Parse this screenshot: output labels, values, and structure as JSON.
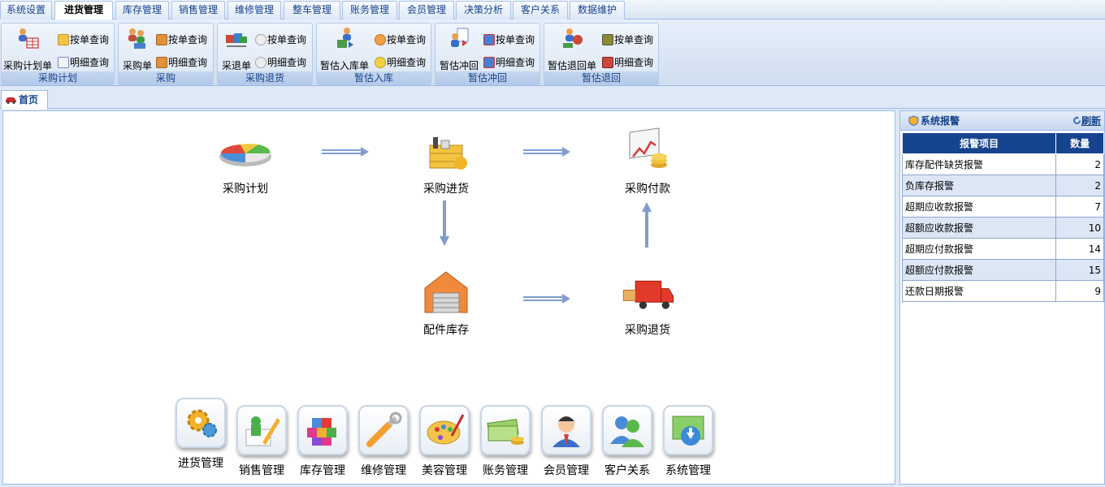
{
  "menu": {
    "tabs": [
      {
        "label": "系统设置",
        "active": false
      },
      {
        "label": "进货管理",
        "active": true
      },
      {
        "label": "库存管理",
        "active": false
      },
      {
        "label": "销售管理",
        "active": false
      },
      {
        "label": "维修管理",
        "active": false
      },
      {
        "label": "整车管理",
        "active": false
      },
      {
        "label": "账务管理",
        "active": false
      },
      {
        "label": "会员管理",
        "active": false
      },
      {
        "label": "决策分析",
        "active": false
      },
      {
        "label": "客户关系",
        "active": false
      },
      {
        "label": "数据维护",
        "active": false
      }
    ]
  },
  "ribbon": {
    "groups": [
      {
        "title": "采购计划",
        "main": "采购计划单",
        "query1": "按单查询",
        "query2": "明细查询"
      },
      {
        "title": "采购",
        "main": "采购单",
        "query1": "按单查询",
        "query2": "明细查询"
      },
      {
        "title": "采购退货",
        "main": "采退单",
        "query1": "按单查询",
        "query2": "明细查询"
      },
      {
        "title": "暂估入库",
        "main": "暂估入库单",
        "query1": "按单查询",
        "query2": "明细查询"
      },
      {
        "title": "暂估冲回",
        "main": "暂估冲回",
        "query1": "按单查询",
        "query2": "明细查询"
      },
      {
        "title": "暂估退回",
        "main": "暂估退回单",
        "query1": "按单查询",
        "query2": "明细查询"
      }
    ]
  },
  "page_tab": {
    "label": "首页",
    "icon": "car-icon"
  },
  "flow": {
    "plan": "采购计划",
    "purchase": "采购进货",
    "payment": "采购付款",
    "stock": "配件库存",
    "return": "采购退货"
  },
  "modules": [
    {
      "label": "进货管理",
      "icon": "gears-icon"
    },
    {
      "label": "销售管理",
      "icon": "pencil-icon"
    },
    {
      "label": "库存管理",
      "icon": "blocks-icon"
    },
    {
      "label": "维修管理",
      "icon": "wrench-icon"
    },
    {
      "label": "美容管理",
      "icon": "palette-icon"
    },
    {
      "label": "账务管理",
      "icon": "money-icon"
    },
    {
      "label": "会员管理",
      "icon": "member-icon"
    },
    {
      "label": "客户关系",
      "icon": "users-icon"
    },
    {
      "label": "系统管理",
      "icon": "system-icon"
    }
  ],
  "alarm_panel": {
    "title": "系统报警",
    "refresh": "刷新",
    "col_item": "报警项目",
    "col_count": "数量",
    "rows": [
      {
        "item": "库存配件缺货报警",
        "count": "2"
      },
      {
        "item": "负库存报警",
        "count": "2"
      },
      {
        "item": "超期应收款报警",
        "count": "7"
      },
      {
        "item": "超额应收款报警",
        "count": "10"
      },
      {
        "item": "超期应付款报警",
        "count": "14"
      },
      {
        "item": "超额应付款报警",
        "count": "15"
      },
      {
        "item": "还款日期报警",
        "count": "9"
      }
    ]
  },
  "colors": {
    "accent": "#15428b",
    "header_blue": "#15438e",
    "row_alt": "#dce6f5",
    "arrow": "#7f9dd0"
  }
}
